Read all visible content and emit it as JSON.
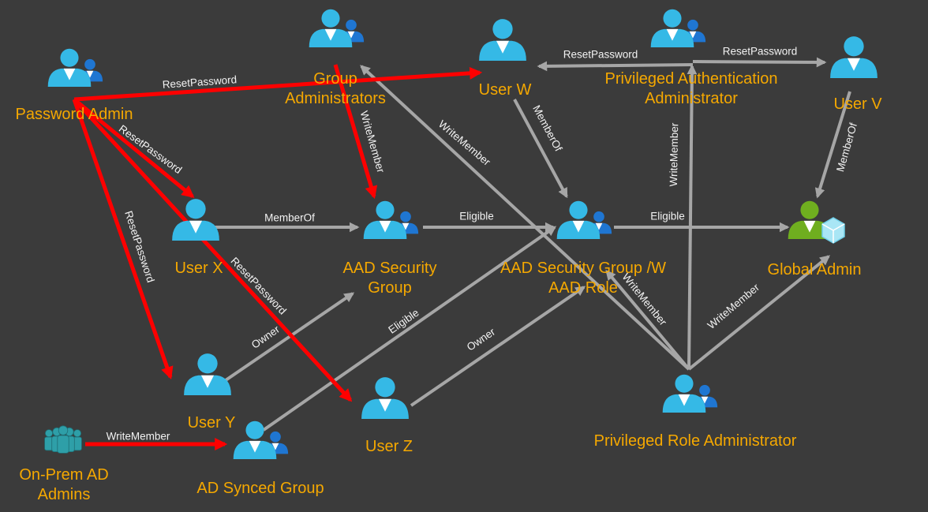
{
  "nodes": [
    {
      "id": "password-admin",
      "icon": "admin-user-icon",
      "lines": [
        "Password Admin"
      ]
    },
    {
      "id": "group-administrators",
      "icon": "admin-user-icon",
      "lines": [
        "Group",
        "Administrators"
      ]
    },
    {
      "id": "user-w",
      "icon": "user-icon",
      "lines": [
        "User W"
      ]
    },
    {
      "id": "privileged-authentication-administrator",
      "icon": "admin-user-icon",
      "lines": [
        "Privileged Authentication",
        "Administrator"
      ]
    },
    {
      "id": "user-v",
      "icon": "user-icon",
      "lines": [
        "User V"
      ]
    },
    {
      "id": "user-x",
      "icon": "user-icon",
      "lines": [
        "User X"
      ]
    },
    {
      "id": "aad-security-group",
      "icon": "admin-user-icon",
      "lines": [
        "AAD Security",
        "Group"
      ]
    },
    {
      "id": "aad-security-group-w-aad-role",
      "icon": "admin-user-icon",
      "lines": [
        "AAD Security Group /W",
        "AAD Role"
      ]
    },
    {
      "id": "global-admin",
      "icon": "global-admin-icon",
      "lines": [
        "Global Admin"
      ]
    },
    {
      "id": "user-y",
      "icon": "user-icon",
      "lines": [
        "User Y"
      ]
    },
    {
      "id": "user-z",
      "icon": "user-icon",
      "lines": [
        "User Z"
      ]
    },
    {
      "id": "privileged-role-administrator",
      "icon": "admin-user-icon",
      "lines": [
        "Privileged Role Administrator"
      ]
    },
    {
      "id": "on-prem-ad-admins",
      "icon": "group-icon",
      "lines": [
        "On-Prem AD",
        "Admins"
      ]
    },
    {
      "id": "ad-synced-group",
      "icon": "admin-user-icon",
      "lines": [
        "AD Synced Group"
      ]
    }
  ],
  "edges": [
    {
      "from": "password-admin",
      "to": "user-w",
      "label": "ResetPassword",
      "style": "red"
    },
    {
      "from": "password-admin",
      "to": "user-x",
      "label": "ResetPassword",
      "style": "red"
    },
    {
      "from": "password-admin",
      "to": "user-y",
      "label": "ResetPassword",
      "style": "red"
    },
    {
      "from": "password-admin",
      "to": "user-z",
      "label": "ResetPassword",
      "style": "red"
    },
    {
      "from": "group-administrators",
      "to": "aad-security-group",
      "label": "WriteMember",
      "style": "red"
    },
    {
      "from": "on-prem-ad-admins",
      "to": "ad-synced-group",
      "label": "WriteMember",
      "style": "red"
    },
    {
      "from": "user-x",
      "to": "aad-security-group",
      "label": "MemberOf",
      "style": "gray"
    },
    {
      "from": "aad-security-group",
      "to": "aad-security-group-w-aad-role",
      "label": "Eligible",
      "style": "gray"
    },
    {
      "from": "aad-security-group-w-aad-role",
      "to": "global-admin",
      "label": "Eligible",
      "style": "gray"
    },
    {
      "from": "user-w",
      "to": "aad-security-group-w-aad-role",
      "label": "MemberOf",
      "style": "gray"
    },
    {
      "from": "user-v",
      "to": "global-admin",
      "label": "MemberOf",
      "style": "gray"
    },
    {
      "from": "privileged-authentication-administrator",
      "to": "user-w",
      "label": "ResetPassword",
      "style": "gray"
    },
    {
      "from": "privileged-authentication-administrator",
      "to": "user-v",
      "label": "ResetPassword",
      "style": "gray"
    },
    {
      "from": "privileged-role-administrator",
      "to": "group-administrators",
      "label": "WriteMember",
      "style": "gray"
    },
    {
      "from": "privileged-role-administrator",
      "to": "privileged-authentication-administrator",
      "label": "WriteMember",
      "style": "gray"
    },
    {
      "from": "privileged-role-administrator",
      "to": "aad-security-group-w-aad-role",
      "label": "WriteMember",
      "style": "gray"
    },
    {
      "from": "privileged-role-administrator",
      "to": "global-admin",
      "label": "WriteMember",
      "style": "gray"
    },
    {
      "from": "user-y",
      "to": "aad-security-group",
      "label": "Owner",
      "style": "gray"
    },
    {
      "from": "user-z",
      "to": "aad-security-group-w-aad-role",
      "label": "Owner",
      "style": "gray"
    },
    {
      "from": "ad-synced-group",
      "to": "aad-security-group-w-aad-role",
      "label": "Eligible",
      "style": "gray"
    }
  ],
  "colors": {
    "background": "#3b3b3b",
    "node_label": "#f5a800",
    "edge_red": "#ff0000",
    "edge_gray": "#a6a6a6",
    "edge_label": "#f2f2f2",
    "user_icon": "#35b9e6",
    "admin_badge": "#1f76d2",
    "global_admin_icon": "#6fae1f",
    "on_prem_group_icon": "#2e9fa8"
  }
}
